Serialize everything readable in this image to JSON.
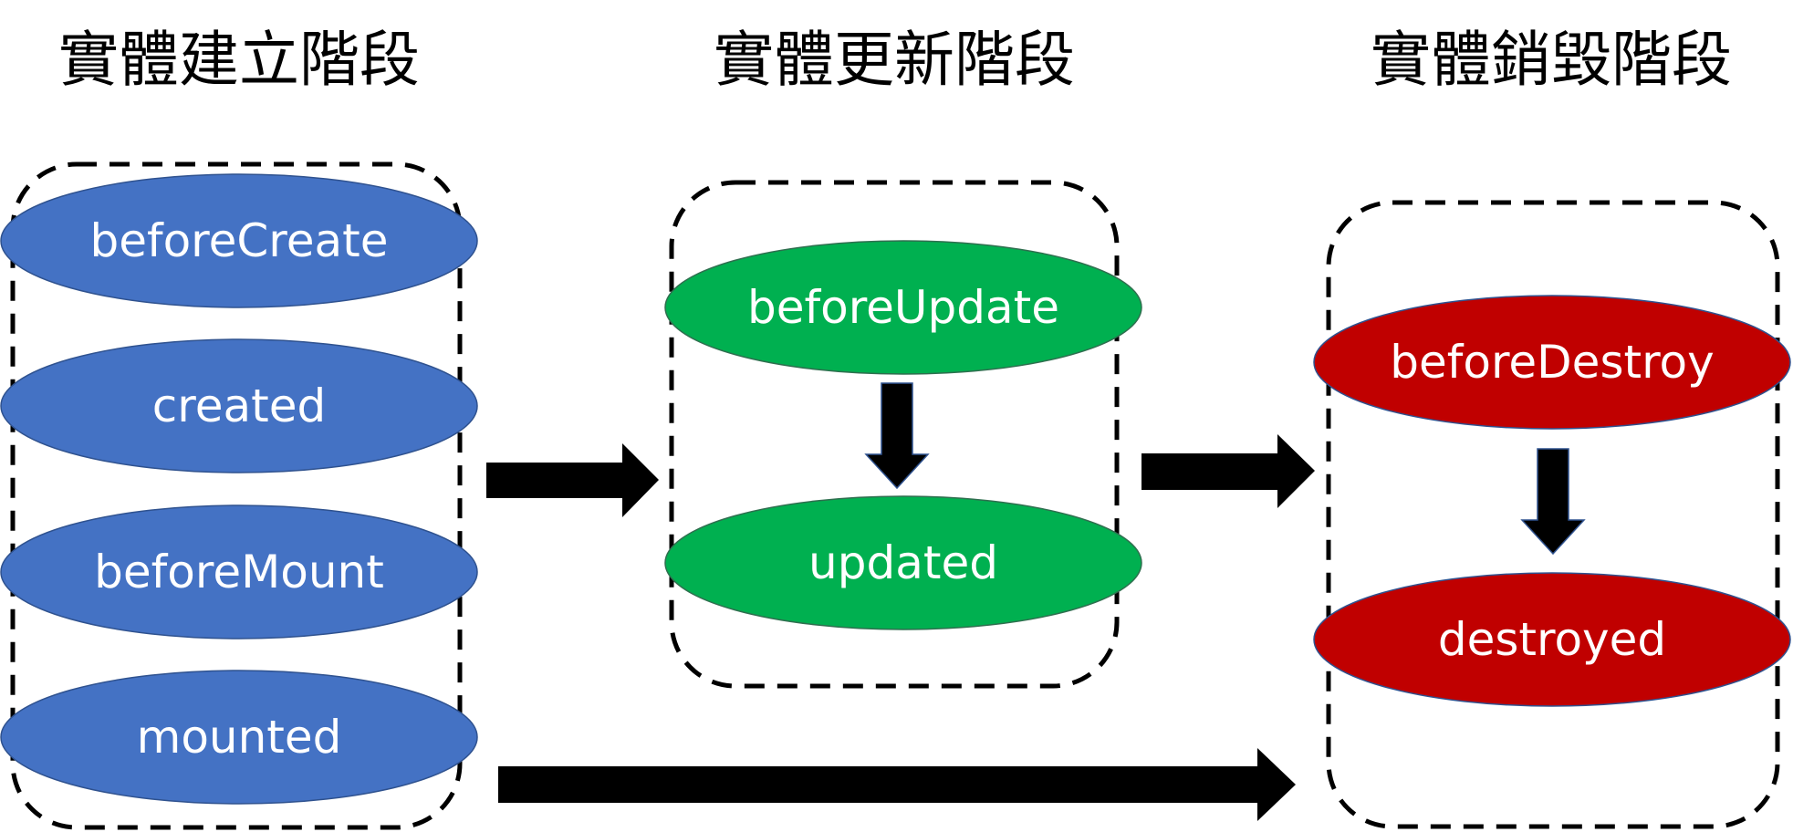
{
  "diagram": {
    "phases": [
      {
        "id": "creation",
        "title": "實體建立階段",
        "color": "#4472C4",
        "border": "#2F528F",
        "hooks": [
          "beforeCreate",
          "created",
          "beforeMount",
          "mounted"
        ]
      },
      {
        "id": "update",
        "title": "實體更新階段",
        "color": "#00B050",
        "border": "#2F6F4F",
        "hooks": [
          "beforeUpdate",
          "updated"
        ]
      },
      {
        "id": "destruction",
        "title": "實體銷毀階段",
        "color": "#C00000",
        "border": "#2F528F",
        "hooks": [
          "beforeDestroy",
          "destroyed"
        ]
      }
    ],
    "arrows": [
      {
        "from": "creation",
        "to": "update"
      },
      {
        "from": "update",
        "to": "destruction"
      },
      {
        "from": "creation",
        "to": "destruction"
      },
      {
        "from": "beforeUpdate",
        "to": "updated"
      },
      {
        "from": "beforeDestroy",
        "to": "destroyed"
      }
    ]
  }
}
